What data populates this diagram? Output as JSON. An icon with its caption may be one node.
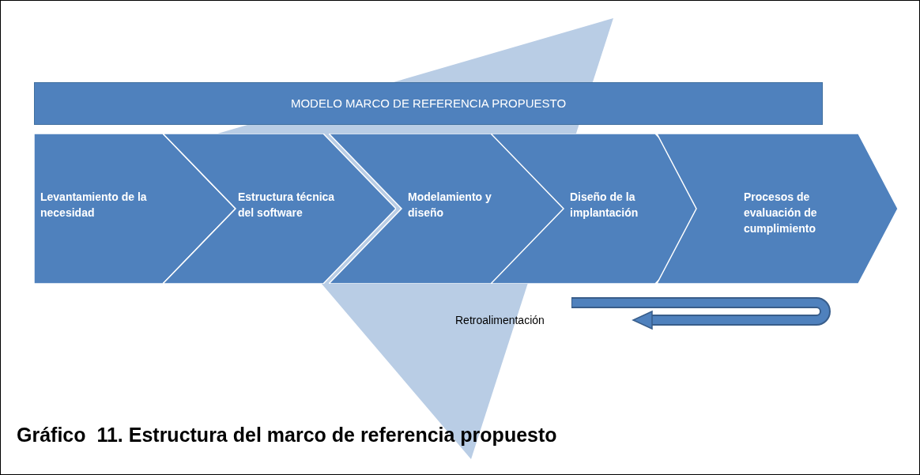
{
  "diagram": {
    "caption": "Gráfico  11. Estructura del marco de referencia propuesto",
    "nodes": [
      {
        "text": [
          "MODELO MARCO DE REFERENCIA PROPUESTO"
        ]
      },
      {
        "text": [
          "Levantamiento de la necesidad"
        ]
      },
      {
        "text": [
          "Estructura técnica del software"
        ]
      },
      {
        "text": [
          "Modelamiento y diseño"
        ]
      },
      {
        "text": [
          "Diseño de la implantación"
        ]
      },
      {
        "text": [
          "Procesos de evaluación de cumplimiento"
        ]
      }
    ],
    "edges": [],
    "labels": [
      "Retroalimentación"
    ]
  }
}
